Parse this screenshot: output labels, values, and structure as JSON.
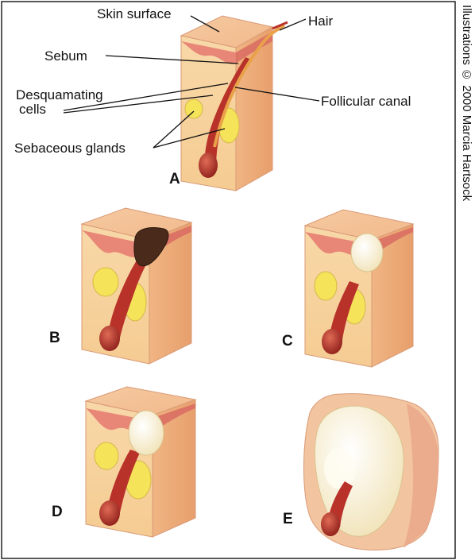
{
  "labels": {
    "skin_surface": "Skin surface",
    "hair": "Hair",
    "sebum": "Sebum",
    "desquamating_cells_1": "Desquamating",
    "desquamating_cells_2": "cells",
    "follicular_canal": "Follicular canal",
    "sebaceous_glands": "Sebaceous glands"
  },
  "panels": {
    "a": "A",
    "b": "B",
    "c": "C",
    "d": "D",
    "e": "E"
  },
  "credit": "Illustrations © 2000 Marcia Hartsock",
  "colors": {
    "tissue": "#f7d2a0",
    "tissue_side": "#efb27c",
    "epidermis": "#e88878",
    "follicle": "#b8322a",
    "gland": "#f5e35a",
    "blackhead": "#4a2a1a",
    "pustule": "#fbf5dc"
  }
}
